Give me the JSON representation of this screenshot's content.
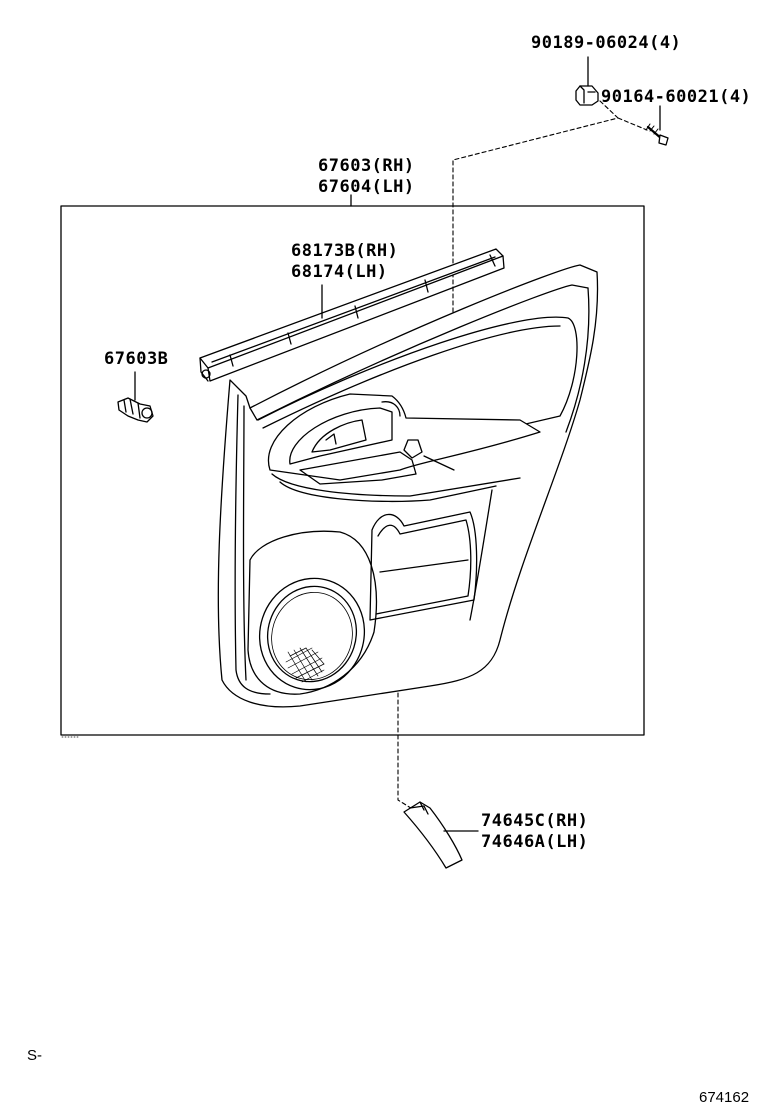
{
  "callouts": {
    "p_90189": "90189-06024(4)",
    "p_90164": "90164-60021(4)",
    "p_67603_rh": "67603(RH)",
    "p_67604_lh": "67604(LH)",
    "p_68173b_rh": "68173B(RH)",
    "p_68174_lh": "68174(LH)",
    "p_67603b": "67603B",
    "p_74645c_rh": "74645C(RH)",
    "p_74646a_lh": "74646A(LH)"
  },
  "footer": {
    "left_code": "S-",
    "figure_number": "674162"
  }
}
